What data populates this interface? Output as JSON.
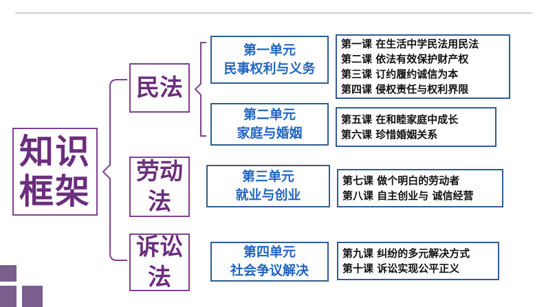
{
  "root": {
    "line1": "知识",
    "line2": "框架"
  },
  "branches": [
    {
      "name": "民法",
      "units": [
        {
          "line1": "第一单元",
          "line2": "民事权利与义务",
          "lessons": [
            "第一课 在生活中学民法用民法",
            "第二课 依法有效保护财产权",
            "第三课 订约履约诚信为本",
            "第四课 侵权责任与权利界限"
          ]
        },
        {
          "line1": "第二单元",
          "line2": "家庭与婚姻",
          "lessons": [
            "第五课 在和睦家庭中成长",
            "第六课 珍惜婚姻关系"
          ]
        }
      ]
    },
    {
      "name_line1": "劳动",
      "name_line2": "法",
      "units": [
        {
          "line1": "第三单元",
          "line2": "就业与创业",
          "lessons": [
            "第七课 做个明白的劳动者",
            "第八课 自主创业与 诚信经营"
          ]
        }
      ]
    },
    {
      "name_line1": "诉讼",
      "name_line2": "法",
      "units": [
        {
          "line1": "第四单元",
          "line2": "社会争议解决",
          "lessons": [
            "第九课 纠纷的多元解决方式",
            "第十课 诉讼实现公平正义"
          ]
        }
      ]
    }
  ],
  "colors": {
    "purple": "#7e3f8f",
    "purple_text": "#6b2d7d",
    "blue_border": "#2f5c90",
    "blue_text": "#1f64c2"
  }
}
